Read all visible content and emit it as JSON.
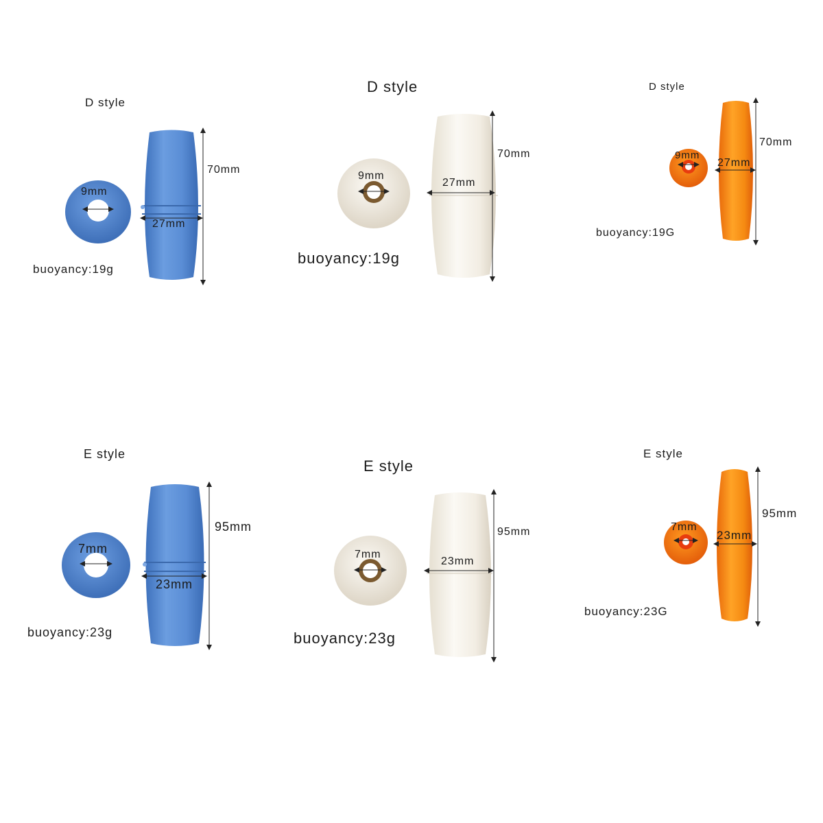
{
  "colors": {
    "blue": "#5b8fd6",
    "blue_dark": "#3f72bd",
    "white": "#f3efe6",
    "white_dark": "#d8d2c4",
    "orange": "#f08a12",
    "orange_dark": "#e0620b",
    "orange_ring": "#e84a10",
    "hole_brown": "#8a6b3e"
  },
  "panels": [
    {
      "style": "D style",
      "length": "70mm",
      "diameter": "27mm",
      "hole": "9mm",
      "buoyancy": "buoyancy:19g"
    },
    {
      "style": "D style",
      "length": "70mm",
      "diameter": "27mm",
      "hole": "9mm",
      "buoyancy": "buoyancy:19g"
    },
    {
      "style": "D style",
      "length": "70mm",
      "diameter": "27mm",
      "hole": "9mm",
      "buoyancy": "buoyancy:19G"
    },
    {
      "style": "E style",
      "length": "95mm",
      "diameter": "23mm",
      "hole": "7mm",
      "buoyancy": "buoyancy:23g"
    },
    {
      "style": "E style",
      "length": "95mm",
      "diameter": "23mm",
      "hole": "7mm",
      "buoyancy": "buoyancy:23g"
    },
    {
      "style": "E style",
      "length": "95mm",
      "diameter": "23mm",
      "hole": "7mm",
      "buoyancy": "buoyancy:23G"
    }
  ]
}
